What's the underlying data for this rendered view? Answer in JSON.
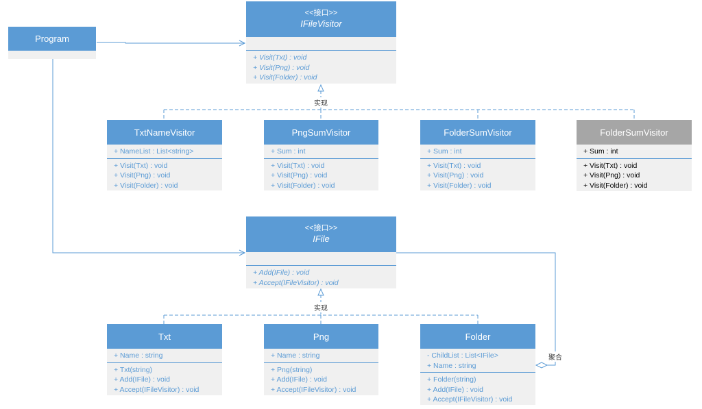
{
  "stereotype": "<<接口>>",
  "labels": {
    "realize_top": "实现",
    "realize_bottom": "实现",
    "aggregation": "聚合"
  },
  "classes": {
    "program": {
      "name": "Program"
    },
    "ifilevisitor": {
      "name": "IFileVisitor",
      "ops": [
        "+ Visit(Txt) : void",
        "+ Visit(Png) : void",
        "+ Visit(Folder) : void"
      ]
    },
    "txtnamevisitor": {
      "name": "TxtNameVisitor",
      "attrs": [
        "+ NameList : List<string>"
      ],
      "ops": [
        "+ Visit(Txt) : void",
        "+ Visit(Png) : void",
        "+ Visit(Folder) : void"
      ]
    },
    "pngsumvisitor": {
      "name": "PngSumVisitor",
      "attrs": [
        "+ Sum : int"
      ],
      "ops": [
        "+ Visit(Txt) : void",
        "+ Visit(Png) : void",
        "+ Visit(Folder) : void"
      ]
    },
    "foldersumvisitor": {
      "name": "FolderSumVisitor",
      "attrs": [
        "+ Sum : int"
      ],
      "ops": [
        "+ Visit(Txt) : void",
        "+ Visit(Png) : void",
        "+ Visit(Folder) : void"
      ]
    },
    "foldersumvisitor2": {
      "name": "FolderSumVisitor",
      "attrs": [
        "+ Sum : int"
      ],
      "ops": [
        "+ Visit(Txt) : void",
        "+ Visit(Png) : void",
        "+ Visit(Folder) : void"
      ]
    },
    "ifile": {
      "name": "IFile",
      "ops": [
        "+ Add(IFile) : void",
        "+ Accept(IFileVisitor) : void"
      ]
    },
    "txt": {
      "name": "Txt",
      "attrs": [
        "+ Name : string"
      ],
      "ops": [
        "+ Txt(string)",
        "+ Add(IFile) : void",
        "+ Accept(IFileVisitor) : void"
      ]
    },
    "png": {
      "name": "Png",
      "attrs": [
        "+ Name : string"
      ],
      "ops": [
        "+ Png(string)",
        "+ Add(IFile) : void",
        "+ Accept(IFileVisitor) : void"
      ]
    },
    "folder": {
      "name": "Folder",
      "attrs": [
        "- ChildList : List<IFile>",
        "+ Name : string"
      ],
      "ops": [
        "+ Folder(string)",
        "+ Add(IFile) : void",
        "+ Accept(IFileVisitor) : void"
      ]
    }
  }
}
